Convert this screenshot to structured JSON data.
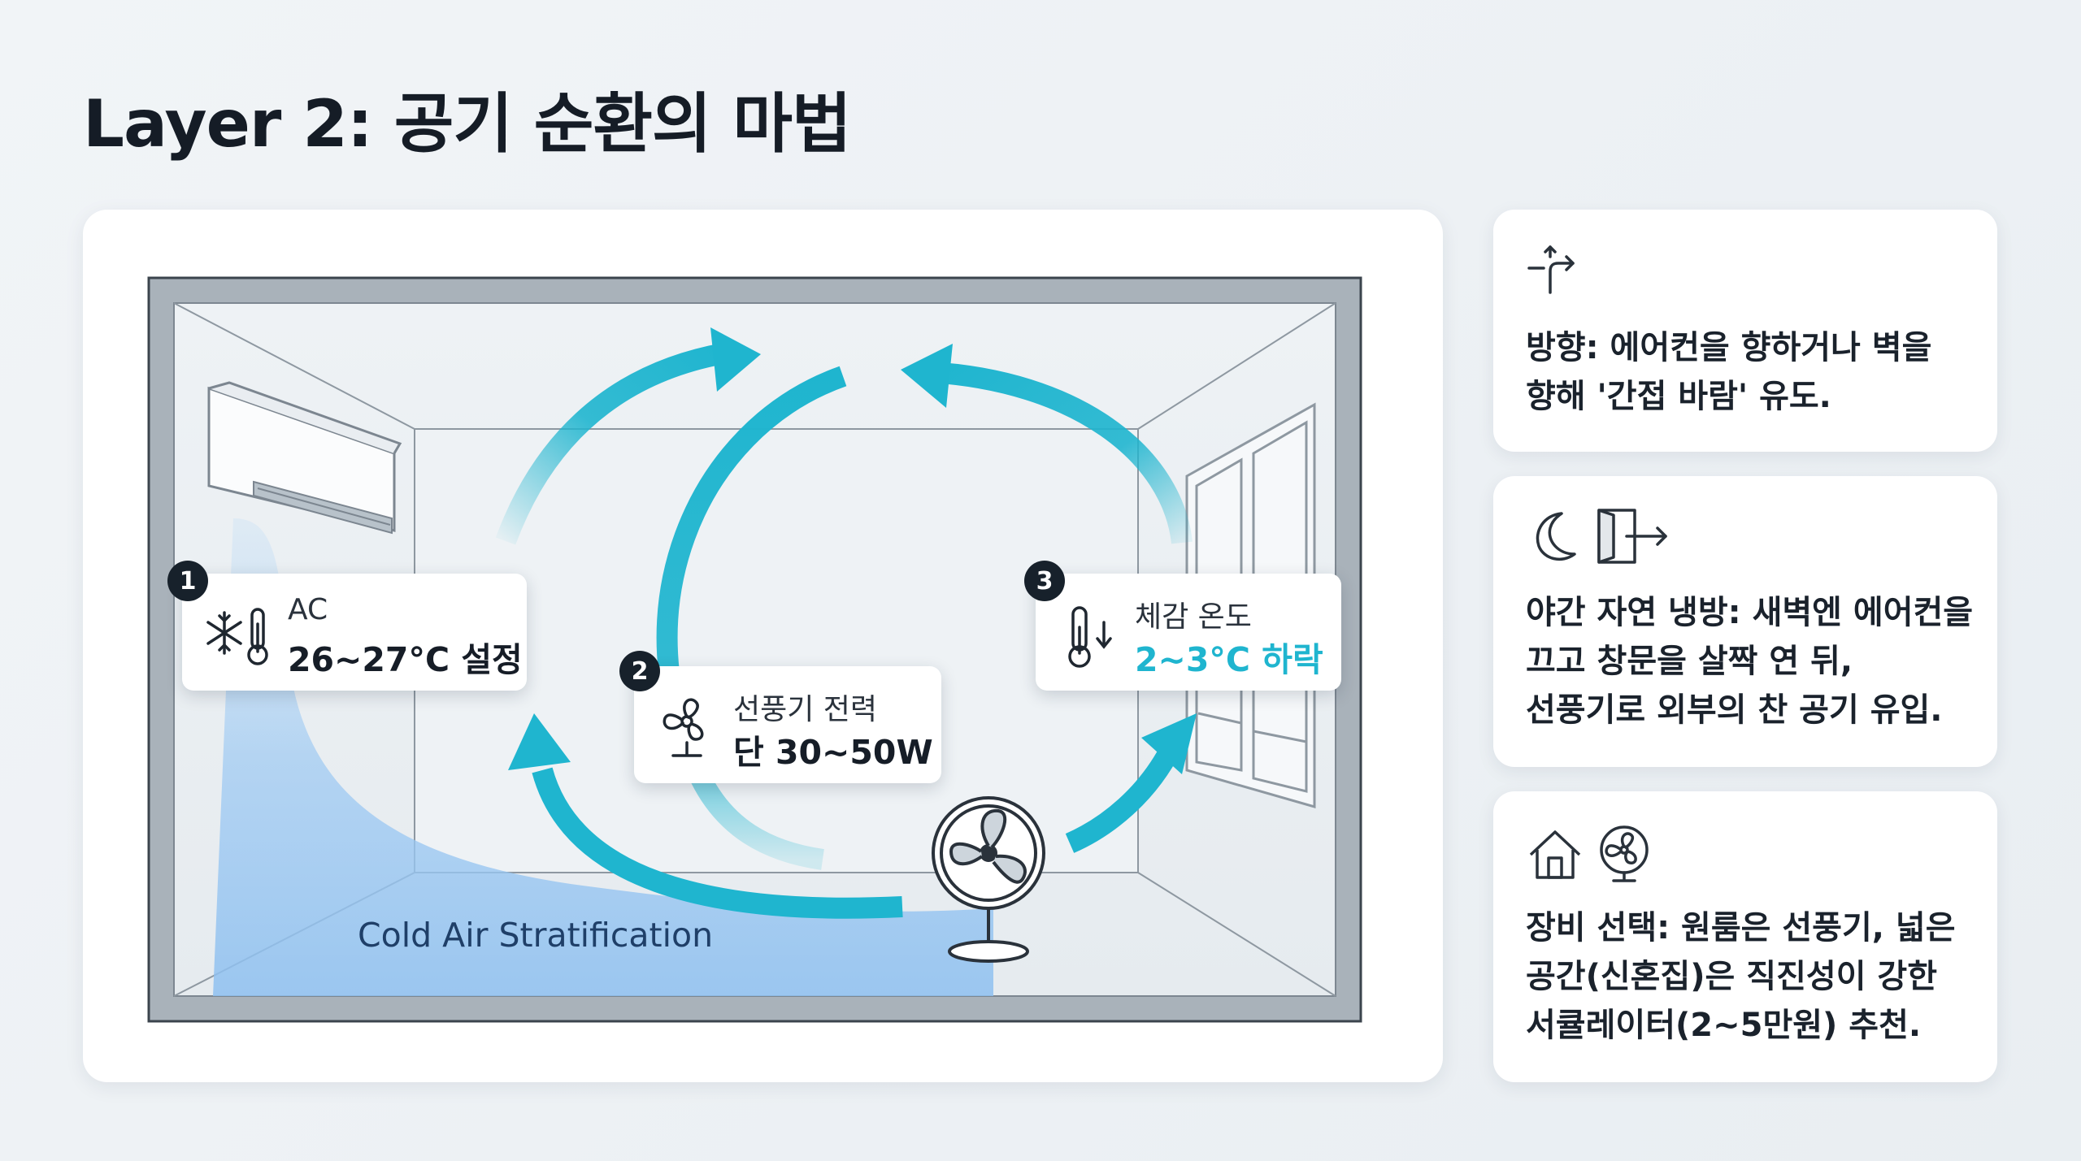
{
  "title": "Layer 2: 공기 순환의 마법",
  "diagram": {
    "ac_label": {
      "number": "1",
      "small": "AC",
      "big": "26~27°C 설정"
    },
    "fan_label": {
      "number": "2",
      "small": "선풍기 전력",
      "big": "단 30~50W"
    },
    "temp_label": {
      "number": "3",
      "small": "체감 온도",
      "big": "2~3°C 하락"
    },
    "stratification": "Cold Air Stratification"
  },
  "tips": [
    {
      "icons": [
        "turn-arrow-icon"
      ],
      "lines": [
        "방향: 에어컨을 향하거나 벽을",
        "향해 '간접 바람' 유도."
      ]
    },
    {
      "icons": [
        "moon-icon",
        "door-exit-icon"
      ],
      "lines": [
        "야간 자연 냉방: 새벽엔 에어컨을",
        "끄고 창문을 살짝 연 뒤,",
        "선풍기로 외부의 찬 공기 유입."
      ]
    },
    {
      "icons": [
        "house-icon",
        "fan-icon"
      ],
      "lines": [
        "장비 선택: 원룸은 선풍기, 넓은",
        "공간(신혼집)은 직진성이 강한",
        "서큘레이터(2~5만원) 추천."
      ]
    }
  ],
  "colors": {
    "accent": "#1fb5cf",
    "cold_air": "#8fc2f2",
    "dark": "#17212b"
  }
}
